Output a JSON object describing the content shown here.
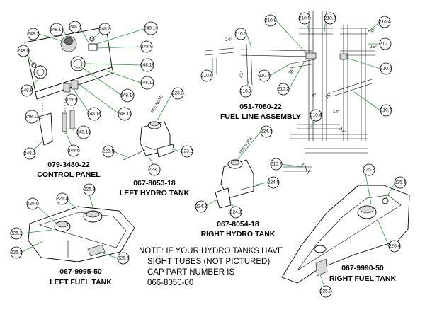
{
  "assemblies": {
    "control_panel": {
      "part_number": "079-3480-22",
      "name": "CONTROL PANEL"
    },
    "left_hydro": {
      "part_number": "067-8053-18",
      "name": "LEFT HYDRO TANK"
    },
    "fuel_line": {
      "part_number": "051-7080-22",
      "name": "FUEL LINE ASSEMBLY"
    },
    "right_hydro": {
      "part_number": "067-8054-18",
      "name": "RIGHT HYDRO TANK"
    },
    "left_fuel": {
      "part_number": "067-9995-50",
      "name": "LEFT FUEL TANK"
    },
    "right_fuel": {
      "part_number": "067-9990-50",
      "name": "RIGHT FUEL TANK"
    }
  },
  "note": {
    "lines": [
      "NOTE: IF YOUR HYDRO TANKS HAVE",
      "SIGHT TUBES (NOT PICTURED)",
      "CAP PART NUMBER IS",
      "066-8050-00"
    ]
  },
  "see_note": "SEE NOTE",
  "callouts": {
    "control_panel": [
      "248.7",
      "248.17",
      "248.2",
      "248.3",
      "248.10",
      "248.5",
      "248.9",
      "248.18",
      "248.12",
      "248.8",
      "248.4",
      "248.14",
      "248.16",
      "248.15",
      "248.11",
      "248.13",
      "248.1",
      "248.6"
    ],
    "left_hydro": [
      "223.3",
      "223.5",
      "223.2",
      "223.1"
    ],
    "fuel_line": [
      "210.3",
      "210.8",
      "210.5",
      "210.9",
      "210.4",
      "210.1",
      "210.6",
      "210.7",
      "210.2",
      "210.5",
      "210.6",
      "210.4",
      "210.1"
    ],
    "right_hydro": [
      "224.3",
      "224.5",
      "224.2",
      "224.1"
    ],
    "left_fuel": [
      "226.3",
      "226.4",
      "226.6",
      "226.1",
      "226.2",
      "226.5"
    ],
    "right_fuel": [
      "210.7",
      "225.2",
      "225.1",
      "225.4",
      "225.3"
    ]
  },
  "dimensions": [
    "24°",
    "24°",
    "25°",
    "41°",
    "30°",
    "4\"",
    "15°",
    "14\"",
    "20°"
  ],
  "colors": {
    "leader": "#2a9a3a",
    "line": "#000000",
    "background": "#ffffff"
  }
}
